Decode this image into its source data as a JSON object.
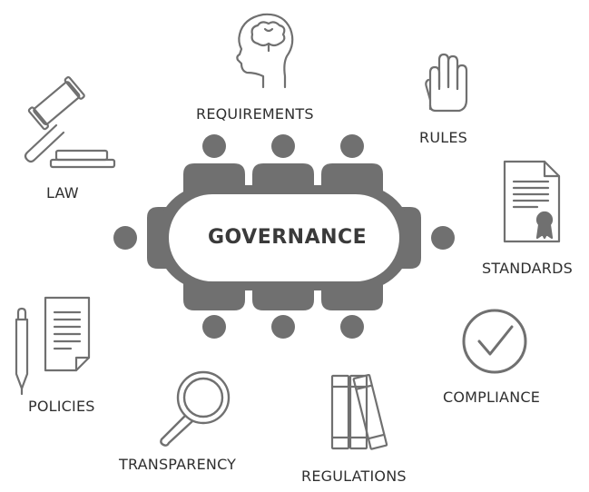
{
  "center": {
    "title": "GOVERNANCE"
  },
  "items": {
    "requirements": "REQUIREMENTS",
    "rules": "RULES",
    "law": "LAW",
    "standards": "STANDARDS",
    "policies": "POLICIES",
    "compliance": "COMPLIANCE",
    "transparency": "TRANSPARENCY",
    "regulations": "REGULATIONS"
  },
  "colors": {
    "icon": "#707070",
    "table_fill": "#707070",
    "text": "#2f2f2f"
  }
}
